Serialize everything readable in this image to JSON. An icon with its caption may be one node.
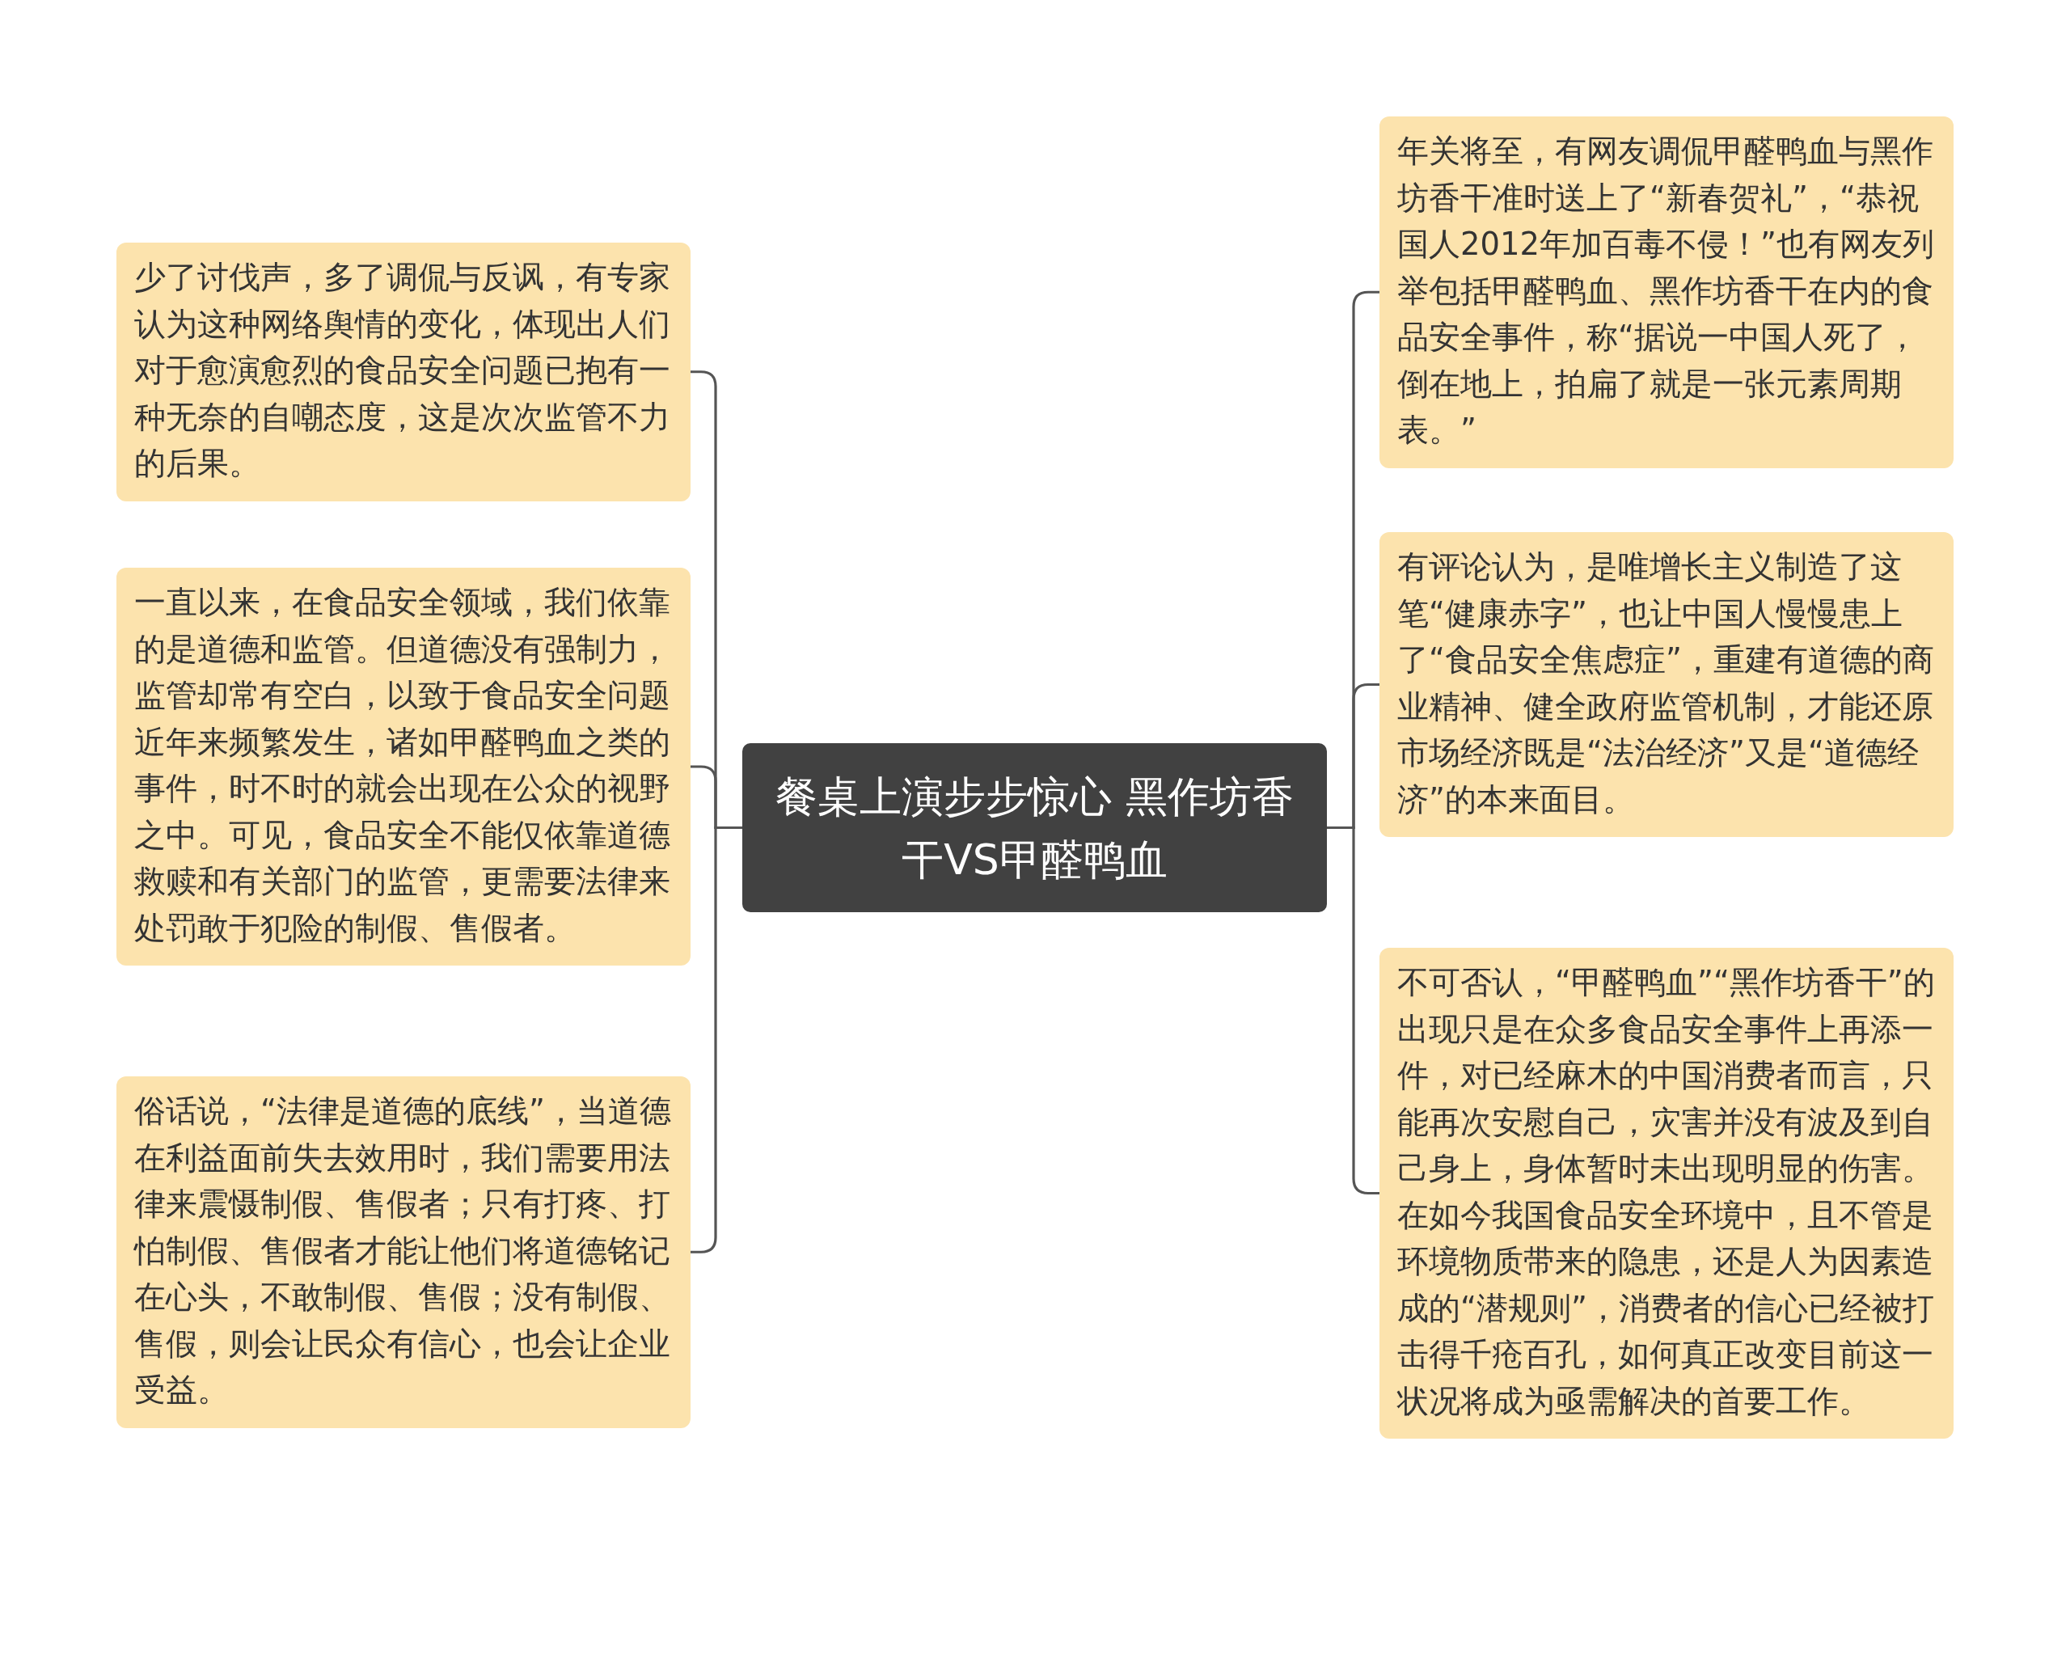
{
  "diagram": {
    "nodes": [
      {
        "text": [
          "餐桌上演步步惊心 黑作坊香干VS甲醛鸭血"
        ]
      },
      {
        "text": [
          "少了讨伐声，多了调侃与反讽，有专家认为这种网络舆情的变化，体现出人们对于愈演愈烈的食品安全问题已抱有一种无奈的自嘲态度，这是次次监管不力的后果。"
        ]
      },
      {
        "text": [
          "一直以来，在食品安全领域，我们依靠的是道德和监管。但道德没有强制力，监管却常有空白，以致于食品安全问题近年来频繁发生，诸如甲醛鸭血之类的事件，时不时的就会出现在公众的视野之中。可见，食品安全不能仅依靠道德救赎和有关部门的监管，更需要法律来处罚敢于犯险的制假、售假者。"
        ]
      },
      {
        "text": [
          "俗话说，“法律是道德的底线”，当道德在利益面前失去效用时，我们需要用法律来震慑制假、售假者；只有打疼、打怕制假、售假者才能让他们将道德铭记在心头，不敢制假、售假；没有制假、售假，则会让民众有信心，也会让企业受益。"
        ]
      },
      {
        "text": [
          "年关将至，有网友调侃甲醛鸭血与黑作坊香干准时送上了“新春贺礼”，“恭祝国人2012年加百毒不侵！”也有网友列举包括甲醛鸭血、黑作坊香干在内的食品安全事件，称“据说一中国人死了，倒在地上，拍扁了就是一张元素周期表。”"
        ]
      },
      {
        "text": [
          "有评论认为，是唯增长主义制造了这笔“健康赤字”，也让中国人慢慢患上了“食品安全焦虑症”，重建有道德的商业精神、健全政府监管机制，才能还原市场经济既是“法治经济”又是“道德经济”的本来面目。"
        ]
      },
      {
        "text": [
          "不可否认，“甲醛鸭血”“黑作坊香干”的出现只是在众多食品安全事件上再添一件，对已经麻木的中国消费者而言，只能再次安慰自己，灾害并没有波及到自己身上，身体暂时未出现明显的伤害。在如今我国食品安全环境中，且不管是环境物质带来的隐患，还是人为因素造成的“潜规则”，消费者的信心已经被打击得千疮百孔，如何真正改变目前这一状况将成为亟需解决的首要工作。"
        ]
      }
    ],
    "edges": [
      {
        "from": 0,
        "to": 1,
        "arrow": "none"
      },
      {
        "from": 0,
        "to": 2,
        "arrow": "none"
      },
      {
        "from": 0,
        "to": 3,
        "arrow": "none"
      },
      {
        "from": 0,
        "to": 4,
        "arrow": "none"
      },
      {
        "from": 0,
        "to": 5,
        "arrow": "none"
      },
      {
        "from": 0,
        "to": 6,
        "arrow": "none"
      }
    ]
  }
}
